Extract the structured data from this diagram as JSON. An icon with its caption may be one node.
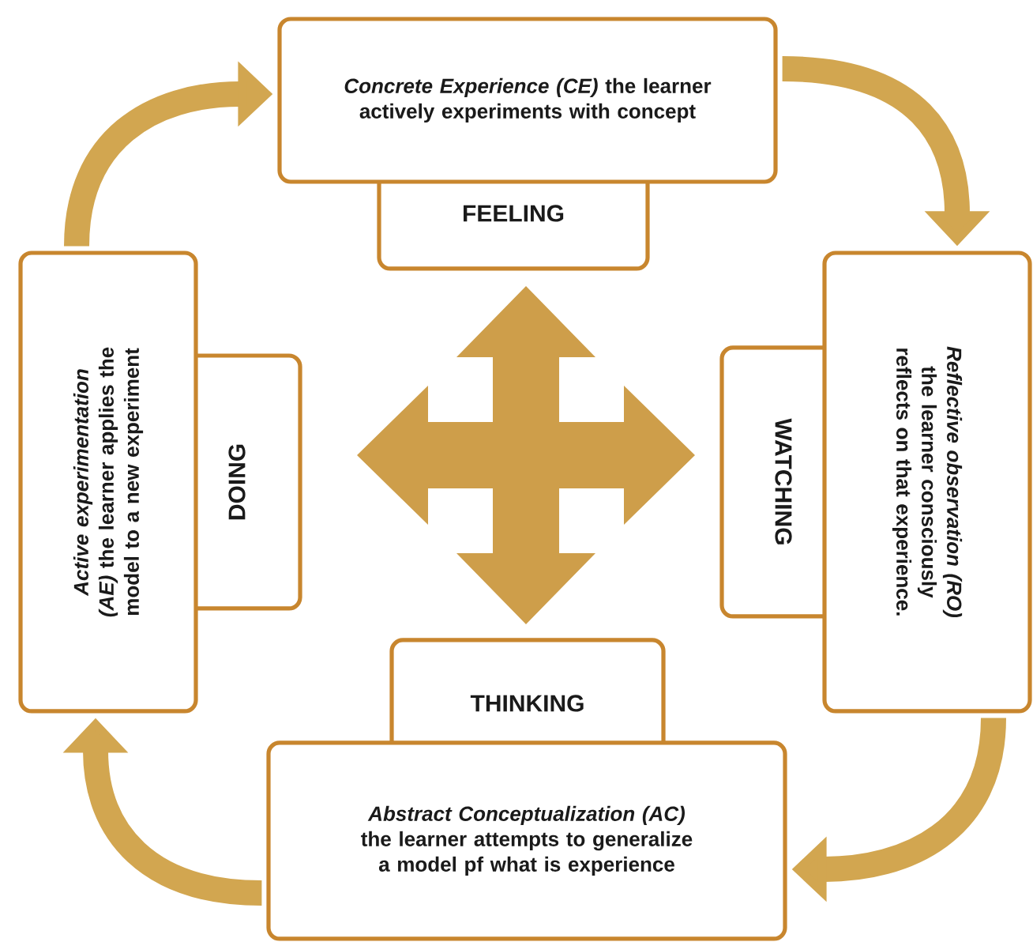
{
  "diagram": {
    "nodes": [
      {
        "text": [
          "*Concrete Experience (CE)* the learner actively experiments with concept"
        ]
      },
      {
        "text": [
          "FEELING"
        ]
      },
      {
        "text": [
          "*Active experimentation (AE)* the learner applies the model to a new experiment"
        ]
      },
      {
        "text": [
          "DOING"
        ]
      },
      {
        "text": [
          "*Reflective observation (RO)* the learner consciously reflects on that experience."
        ]
      },
      {
        "text": [
          "WATCHING"
        ]
      },
      {
        "text": [
          "THINKING"
        ]
      },
      {
        "text": [
          "*Abstract Conceptualization (AC)* the learner attempts to generalize a model pf what is experience"
        ]
      }
    ],
    "edges": [
      {
        "from": 2,
        "to": 0,
        "arrow": "to"
      },
      {
        "from": 0,
        "to": 4,
        "arrow": "to"
      },
      {
        "from": 4,
        "to": 7,
        "arrow": "to"
      },
      {
        "from": 7,
        "to": 2,
        "arrow": "to"
      }
    ]
  }
}
